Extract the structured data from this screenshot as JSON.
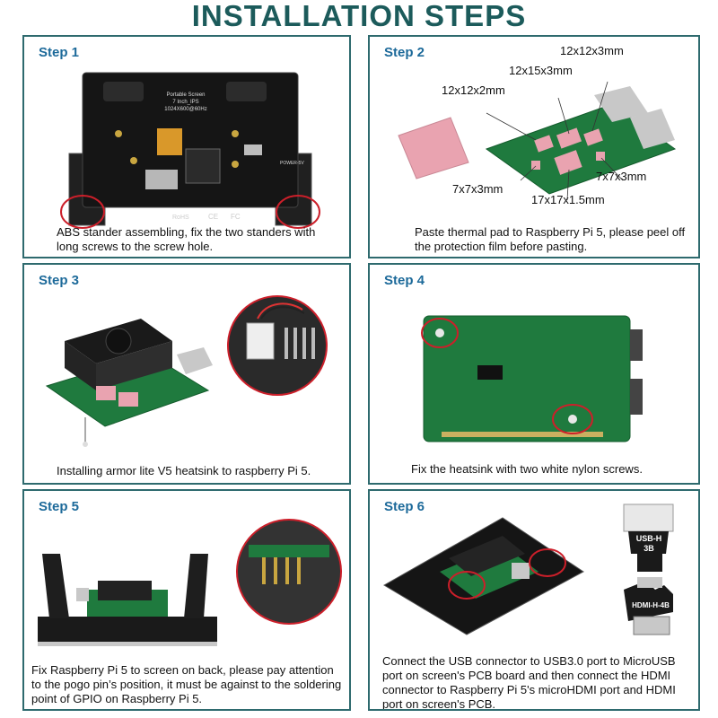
{
  "title": "INSTALLATION STEPS",
  "steps": [
    {
      "label": "Step 1",
      "caption": "ABS stander assembling, fix the two standers with long screws to the screw hole.",
      "board_text": [
        "Portable Screen",
        "7 Inch_IPS",
        "1024X600@60Hz",
        "POWER-5V",
        "RoHS",
        "CE",
        "FC"
      ]
    },
    {
      "label": "Step 2",
      "caption": "Paste thermal pad to Raspberry Pi 5, please peel off the protection film before pasting.",
      "dims": [
        "12x12x3mm",
        "12x15x3mm",
        "12x12x2mm",
        "7x7x3mm",
        "7x7x3mm",
        "17x17x1.5mm"
      ]
    },
    {
      "label": "Step 3",
      "caption": "Installing armor lite V5 heatsink to raspberry Pi 5."
    },
    {
      "label": "Step 4",
      "caption": "Fix the heatsink with two white nylon screws."
    },
    {
      "label": "Step 5",
      "caption": "Fix Raspberry Pi 5 to screen on back, please pay attention to the pogo pin’s position, it must be against to the soldering point of GPIO on Raspberry Pi 5."
    },
    {
      "label": "Step 6",
      "caption": "Connect the USB connector to USB3.0 port to MicroUSB port on screen's PCB board and then connect the HDMI connector to Raspberry Pi 5's microHDMI port and HDMI port on screen's PCB.",
      "adapters": [
        "USB-H 3B",
        "HDMI-H-4B"
      ]
    }
  ],
  "colors": {
    "title": "#1c5b5b",
    "step_label": "#1d6a9a",
    "border": "#2e6a6e",
    "highlight": "#cc1f2a",
    "pcb_green": "#1f7a3e",
    "pcb_black": "#151515",
    "thermal_pad": "#e9a3b0"
  }
}
